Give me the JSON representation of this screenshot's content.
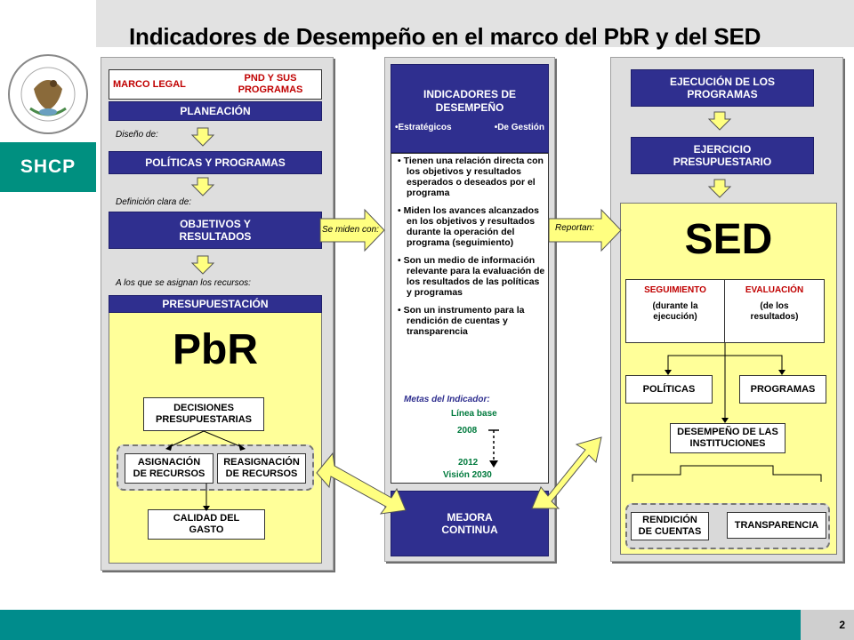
{
  "header": {
    "title": "Indicadores de Desempeño en el marco del PbR y del SED"
  },
  "brand": {
    "logo_text": "SHCP"
  },
  "footer": {
    "page_number": "2"
  },
  "colors": {
    "navy": "#2f2f8f",
    "teal": "#009080",
    "yellow": "#ffff99",
    "arrow": "#ffff80"
  },
  "left": {
    "marco_legal": "MARCO LEGAL",
    "pnd": "PND Y SUS PROGRAMAS",
    "planeacion": "PLANEACIÓN",
    "diseno": "Diseño de:",
    "politicas": "POLÍTICAS Y PROGRAMAS",
    "definicion": "Definición clara de:",
    "objetivos": "OBJETIVOS Y RESULTADOS",
    "asignan": "A los que se asignan los recursos:",
    "presupuestacion": "PRESUPUESTACIÓN",
    "pbr": "PbR",
    "decisiones": "DECISIONES PRESUPUESTARIAS",
    "asignacion": "ASIGNACIÓN DE RECURSOS",
    "reasignacion": "REASIGNACIÓN DE RECURSOS",
    "calidad": "CALIDAD DEL GASTO"
  },
  "middle": {
    "indicadores": "INDICADORES DE DESEMPEÑO",
    "estrategicos": "•Estratégicos",
    "gestion": "•De Gestión",
    "bullets": [
      "• Tienen una relación directa con los objetivos y resultados esperados o deseados por el programa",
      "• Miden los avances alcanzados en los objetivos y resultados durante la operación del programa (seguimiento)",
      "• Son un medio de información relevante para la evaluación de los resultados de las políticas y programas",
      "• Son un instrumento para la rendición de cuentas y transparencia"
    ],
    "metas": "Metas del Indicador:",
    "linea_base": "Línea base",
    "y2008": "2008",
    "y2012": "2012",
    "vision": "Visión 2030",
    "mejora": "MEJORA CONTINUA",
    "se_miden": "Se miden con:",
    "reportan": "Reportan:"
  },
  "right": {
    "ejecucion": "EJECUCIÓN DE LOS PROGRAMAS",
    "ejercicio": "EJERCICIO PRESUPUESTARIO",
    "sed": "SED",
    "seguimiento": "SEGUIMIENTO",
    "seguimiento_sub": "(durante la ejecución)",
    "evaluacion": "EVALUACIÓN",
    "evaluacion_sub": "(de los resultados)",
    "politicas": "POLÍTICAS",
    "programas": "PROGRAMAS",
    "desempeno": "DESEMPEÑO DE LAS INSTITUCIONES",
    "rendicion": "RENDICIÓN DE CUENTAS",
    "transparencia": "TRANSPARENCIA"
  }
}
